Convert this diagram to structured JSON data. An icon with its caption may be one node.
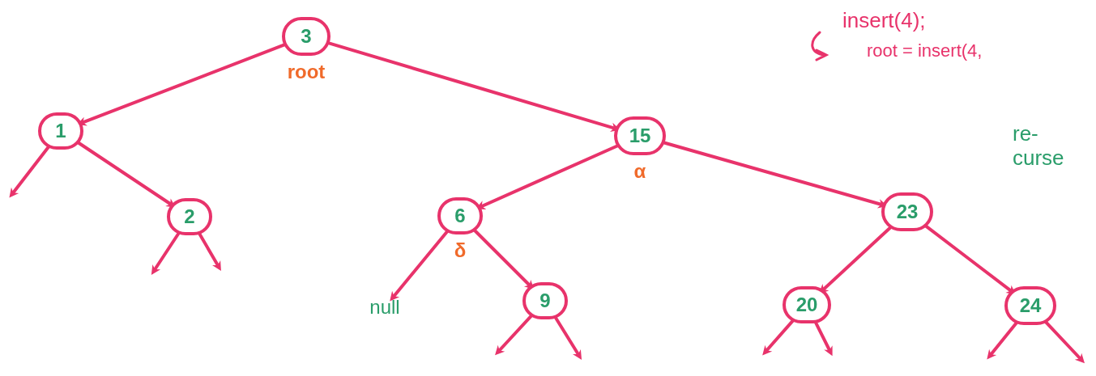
{
  "diagram": {
    "nodes": [
      {
        "text": [
          "3"
        ],
        "beside": [
          "root"
        ]
      },
      {
        "text": [
          "1"
        ]
      },
      {
        "text": [
          "15"
        ],
        "beside": [
          "α"
        ]
      },
      {
        "text": [
          "2"
        ]
      },
      {
        "text": [
          "6"
        ],
        "beside": [
          "δ"
        ]
      },
      {
        "text": [
          "23"
        ]
      },
      {
        "text": [
          "null"
        ]
      },
      {
        "text": [
          "9"
        ]
      },
      {
        "text": [
          "20"
        ]
      },
      {
        "text": [
          "24"
        ]
      }
    ],
    "edges": [
      {
        "from": 0,
        "to": 1,
        "arrow": "to"
      },
      {
        "from": 0,
        "to": 2,
        "arrow": "to"
      },
      {
        "from": 1,
        "to": null,
        "arrow": "to"
      },
      {
        "from": 1,
        "to": 3,
        "arrow": "to"
      },
      {
        "from": 3,
        "to": null,
        "arrow": "to"
      },
      {
        "from": 3,
        "to": null,
        "arrow": "to"
      },
      {
        "from": 2,
        "to": 4,
        "arrow": "to"
      },
      {
        "from": 2,
        "to": 5,
        "arrow": "to"
      },
      {
        "from": 4,
        "to": 6,
        "arrow": "to"
      },
      {
        "from": 4,
        "to": 7,
        "arrow": "to"
      },
      {
        "from": 7,
        "to": null,
        "arrow": "to"
      },
      {
        "from": 7,
        "to": null,
        "arrow": "to"
      },
      {
        "from": 5,
        "to": 8,
        "arrow": "to"
      },
      {
        "from": 5,
        "to": 9,
        "arrow": "to"
      },
      {
        "from": 8,
        "to": null,
        "arrow": "to"
      },
      {
        "from": 8,
        "to": null,
        "arrow": "to"
      },
      {
        "from": 9,
        "to": null,
        "arrow": "to"
      },
      {
        "from": 9,
        "to": null,
        "arrow": "to"
      }
    ],
    "labels": [
      "insert(4);",
      "root = insert(4,",
      "re- curse"
    ]
  }
}
